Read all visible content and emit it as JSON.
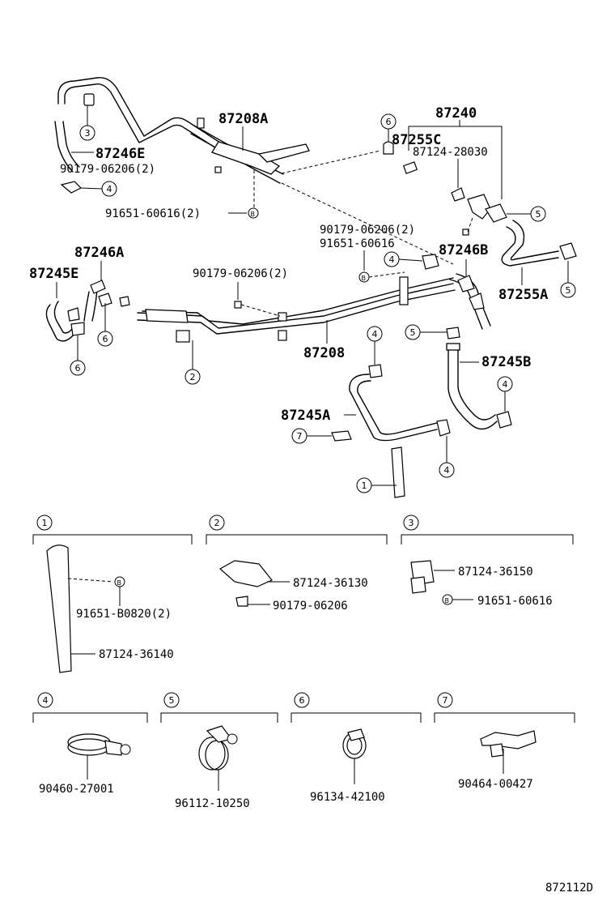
{
  "labels": {
    "p87208A": "87208A",
    "p87246E": "87246E",
    "p90179_06206_2a": "90179-06206(2)",
    "p91651_60616_2": "91651-60616(2)",
    "p87240": "87240",
    "p87255C": "87255C",
    "p87124_28030": "87124-28030",
    "p90179_06206_2b": "90179-06206(2)",
    "p91651_60616a": "91651-60616",
    "p87246B": "87246B",
    "p87255A": "87255A",
    "p87246A": "87246A",
    "p87245E": "87245E",
    "p90179_06206_2c": "90179-06206(2)",
    "p87208": "87208",
    "p87245B": "87245B",
    "p87245A": "87245A",
    "p91651_B0820_2": "91651-B0820(2)",
    "p87124_36140": "87124-36140",
    "p87124_36130": "87124-36130",
    "p90179_06206": "90179-06206",
    "p87124_36150": "87124-36150",
    "p91651_60616b": "91651-60616",
    "p90460_27001": "90460-27001",
    "p96112_10250": "96112-10250",
    "p96134_42100": "96134-42100",
    "p90464_00427": "90464-00427",
    "diagram_code": "872112D"
  },
  "callouts": {
    "c1": "1",
    "c2": "2",
    "c3": "3",
    "c4": "4",
    "c5": "5",
    "c6": "6",
    "c7": "7",
    "bolt": "B"
  }
}
